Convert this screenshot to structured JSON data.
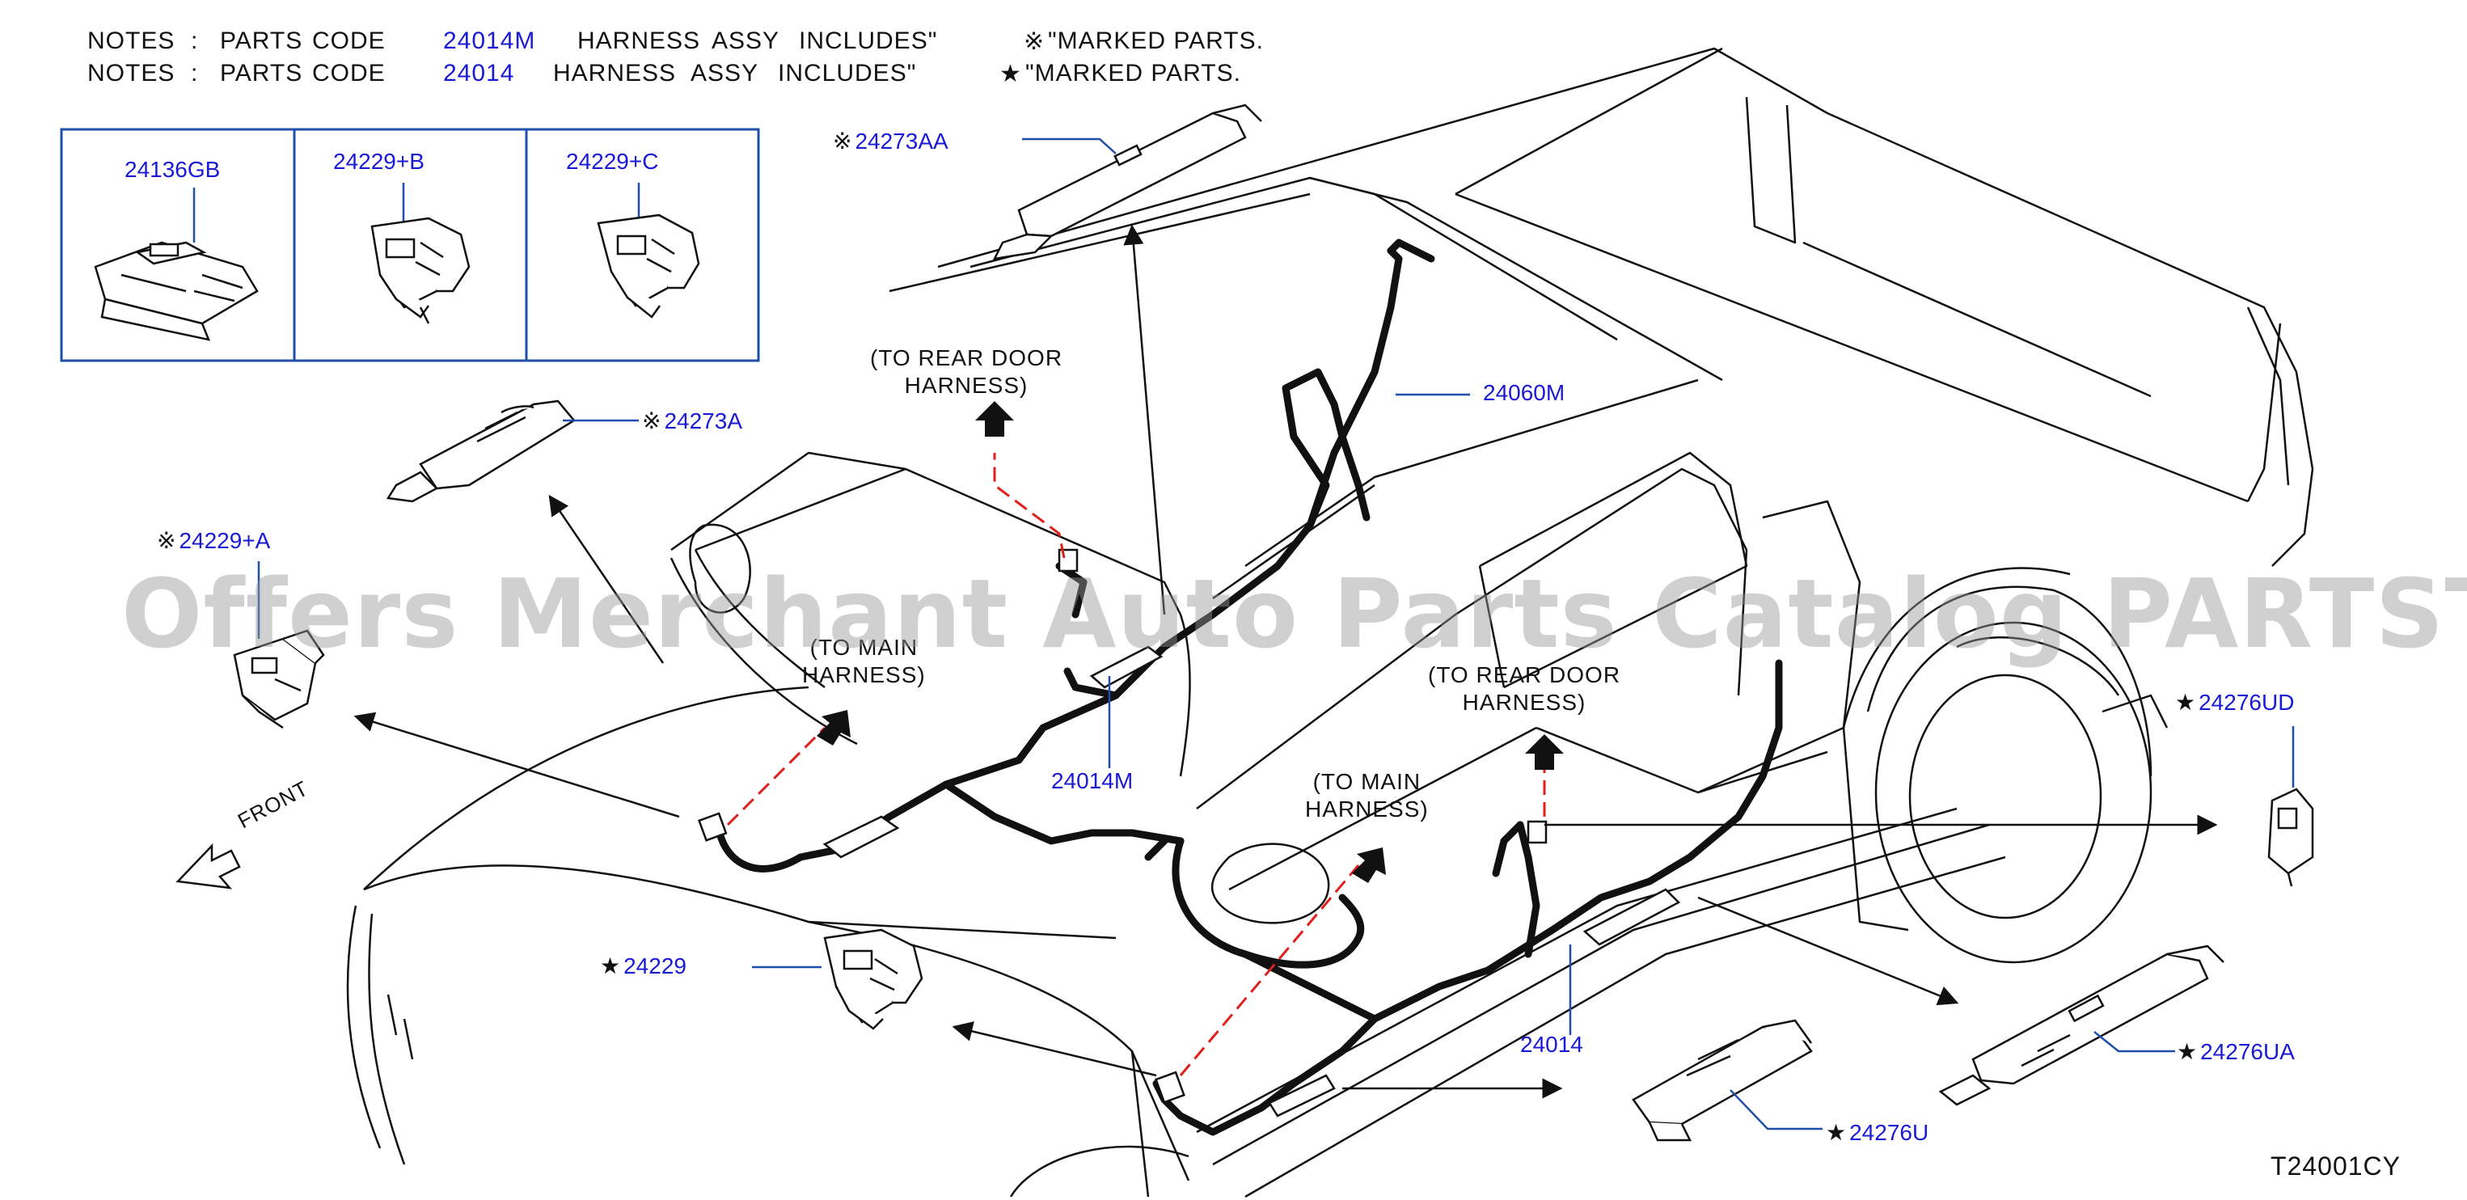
{
  "notes": [
    {
      "prefix": "NOTES",
      "sep": ":",
      "text1": "PARTS",
      "text2": "CODE",
      "code": "24014M",
      "text3": "HARNESS",
      "text4": "ASSY",
      "text5": "INCLUDES\"",
      "marker": "※",
      "tail": "\"MARKED   PARTS."
    },
    {
      "prefix": "NOTES",
      "sep": ":",
      "text1": "PARTS",
      "text2": "CODE",
      "code": "24014",
      "text3": "HARNESS",
      "text4": "ASSY",
      "text5": "INCLUDES\"",
      "marker": "★",
      "tail": "\"MARKED   PARTS."
    }
  ],
  "inset_parts": [
    {
      "code": "24136GB"
    },
    {
      "code": "24229+B"
    },
    {
      "code": "24229+C"
    }
  ],
  "callouts": {
    "p24273AA": {
      "marker": "※",
      "code": "24273AA"
    },
    "p24273A": {
      "marker": "※",
      "code": "24273A"
    },
    "p24229A": {
      "marker": "※",
      "code": "24229+A"
    },
    "p24229": {
      "marker": "★",
      "code": "24229"
    },
    "p24060M": {
      "marker": "",
      "code": "24060M"
    },
    "p24014M": {
      "marker": "",
      "code": "24014M"
    },
    "p24014": {
      "marker": "",
      "code": "24014"
    },
    "p24276UD": {
      "marker": "★",
      "code": "24276UD"
    },
    "p24276UA": {
      "marker": "★",
      "code": "24276UA"
    },
    "p24276U": {
      "marker": "★",
      "code": "24276U"
    }
  },
  "harness_labels": {
    "rear_door_top": [
      "(TO   REAR   DOOR",
      "HARNESS)"
    ],
    "main_left": [
      "(TO   MAIN",
      "HARNESS)"
    ],
    "main_mid": [
      "(TO   MAIN",
      "HARNESS)"
    ],
    "rear_door_right": [
      "(TO   REAR   DOOR",
      "HARNESS)"
    ]
  },
  "front_label": "FRONT",
  "watermark": "Offers Merchant Auto Parts Catalog PARTSTORE.SA",
  "diagram_id": "T24001CY",
  "colors": {
    "code_blue": "#1a1ad6",
    "line_blue": "#1f4fa8",
    "dash_red": "#e0201c",
    "ink": "#111111"
  }
}
